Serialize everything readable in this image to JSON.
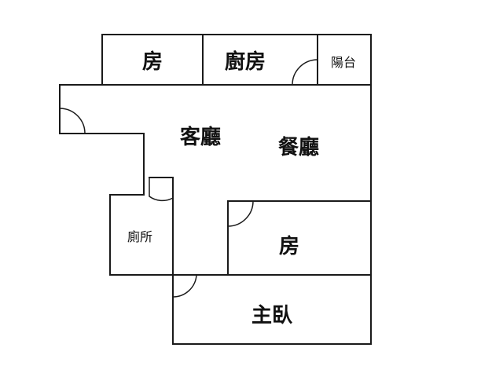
{
  "floor_plan": {
    "rooms": {
      "bedroom_top": "房",
      "kitchen": "廚房",
      "balcony": "陽台",
      "living_room": "客廳",
      "dining_room": "餐廳",
      "bathroom": "廁所",
      "bedroom_right": "房",
      "master_bedroom": "主臥"
    },
    "colors": {
      "line": "#1a1a1a",
      "background": "#ffffff"
    }
  }
}
